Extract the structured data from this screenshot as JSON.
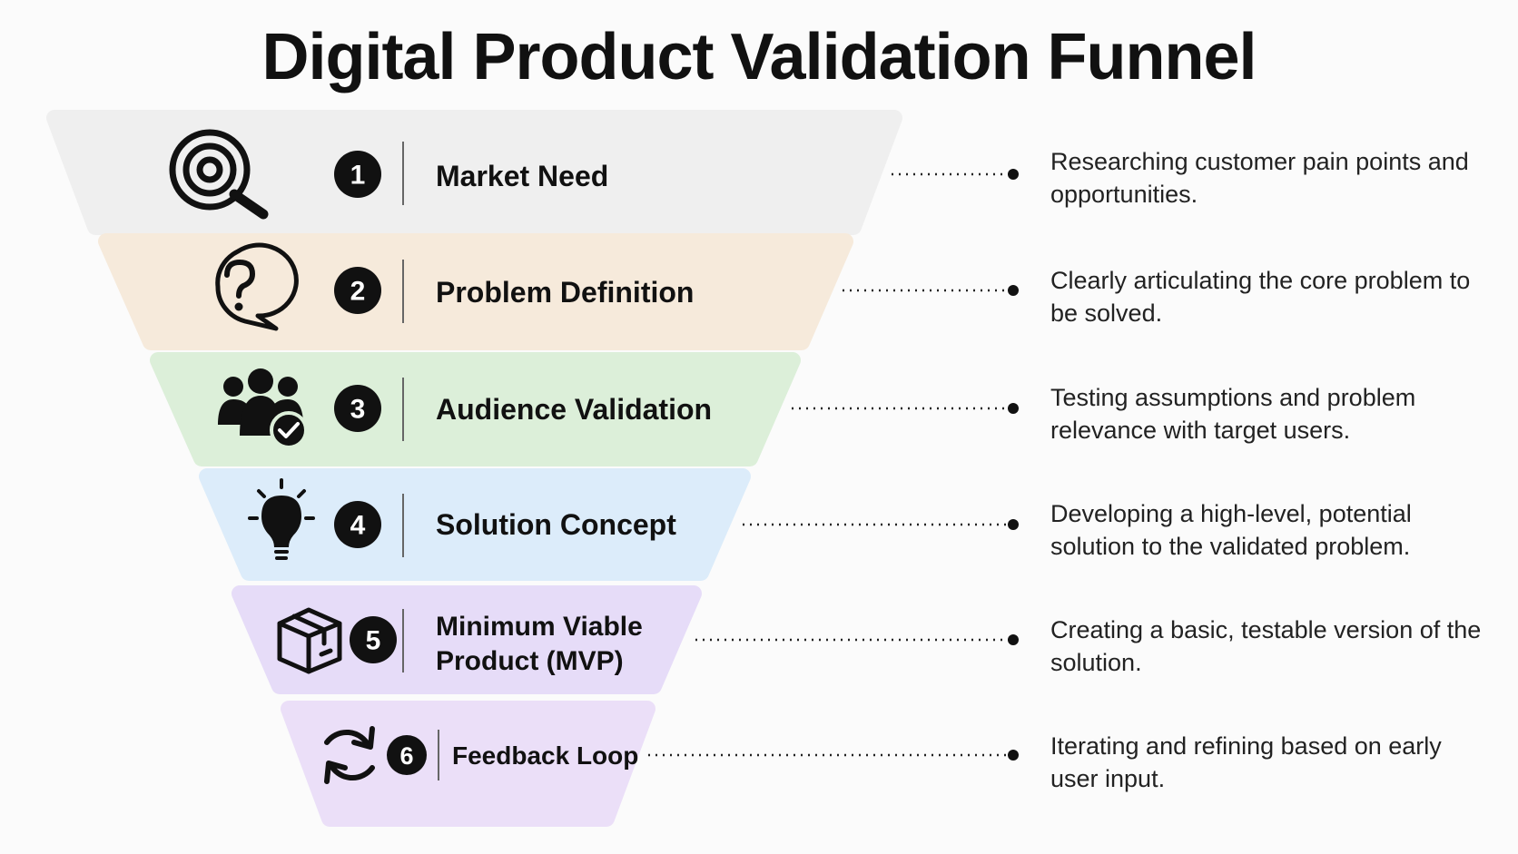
{
  "title": "Digital Product Validation Funnel",
  "colors": {
    "stage1": "#efefef",
    "stage2": "#f6eadb",
    "stage3": "#dcefd9",
    "stage4": "#dcecfa",
    "stage5": "#e6dcf8",
    "stage6": "#ebdff8",
    "ink": "#111111"
  },
  "stages": [
    {
      "number": "1",
      "label": "Market Need",
      "icon": "target-magnifier-icon",
      "description": "Researching customer pain points and opportunities."
    },
    {
      "number": "2",
      "label": "Problem Definition",
      "icon": "question-bubble-icon",
      "description": "Clearly articulating the core problem to be solved."
    },
    {
      "number": "3",
      "label": "Audience Validation",
      "icon": "users-check-icon",
      "description": "Testing assumptions and problem relevance with target users."
    },
    {
      "number": "4",
      "label": "Solution Concept",
      "icon": "lightbulb-icon",
      "description": "Developing a high-level, potential solution to the validated problem."
    },
    {
      "number": "5",
      "label": "Minimum Viable Product (MVP)",
      "icon": "box-icon",
      "description": "Creating a basic, testable version of the solution."
    },
    {
      "number": "6",
      "label": "Feedback Loop",
      "icon": "refresh-cycle-icon",
      "description": "Iterating and refining based on early user input."
    }
  ]
}
